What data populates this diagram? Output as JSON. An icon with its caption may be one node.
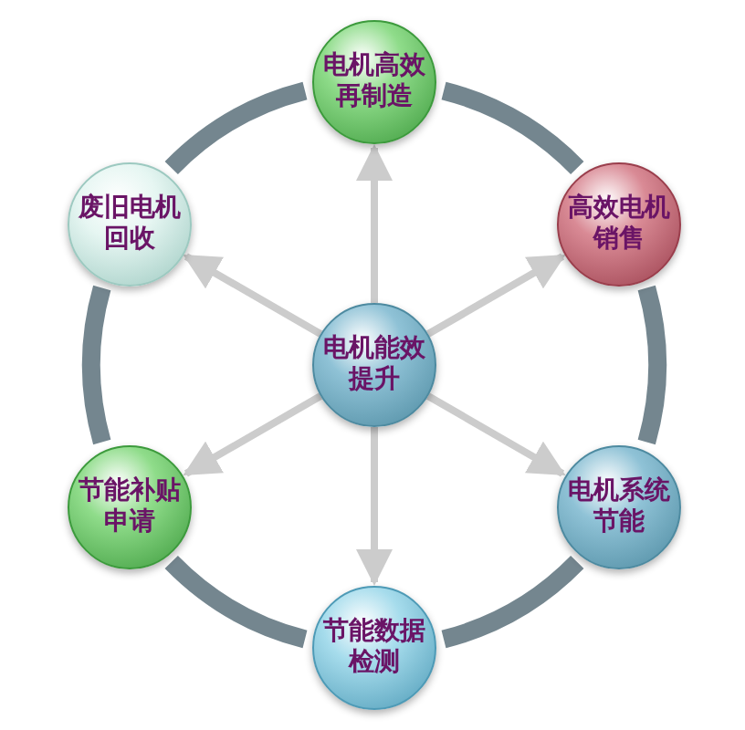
{
  "diagram": {
    "nodes": [
      {
        "text": [
          "电机高效再制造"
        ]
      },
      {
        "text": [
          "废旧电机回收"
        ]
      },
      {
        "text": [
          "高效电机销售"
        ]
      },
      {
        "text": [
          "电机能效提升"
        ]
      },
      {
        "text": [
          "节能补贴申请"
        ]
      },
      {
        "text": [
          "电机系统节能"
        ]
      },
      {
        "text": [
          "节能数据检测"
        ]
      }
    ],
    "edges": [
      {
        "from": 3,
        "to": 0,
        "arrow": "to"
      },
      {
        "from": 3,
        "to": 1,
        "arrow": "to"
      },
      {
        "from": 3,
        "to": 2,
        "arrow": "to"
      },
      {
        "from": 3,
        "to": 4,
        "arrow": "to"
      },
      {
        "from": 3,
        "to": 5,
        "arrow": "to"
      },
      {
        "from": 3,
        "to": 6,
        "arrow": "to"
      },
      {
        "from": 0,
        "to": 2,
        "arrow": "none",
        "style": "thick",
        "color": "#74868f"
      },
      {
        "from": 2,
        "to": 5,
        "arrow": "none",
        "style": "thick",
        "color": "#74868f"
      },
      {
        "from": 5,
        "to": 6,
        "arrow": "none",
        "style": "thick",
        "color": "#74868f"
      },
      {
        "from": 6,
        "to": 4,
        "arrow": "none",
        "style": "thick",
        "color": "#74868f"
      },
      {
        "from": 4,
        "to": 1,
        "arrow": "none",
        "style": "thick",
        "color": "#74868f"
      },
      {
        "from": 1,
        "to": 0,
        "arrow": "none",
        "style": "thick",
        "color": "#74868f"
      }
    ]
  }
}
